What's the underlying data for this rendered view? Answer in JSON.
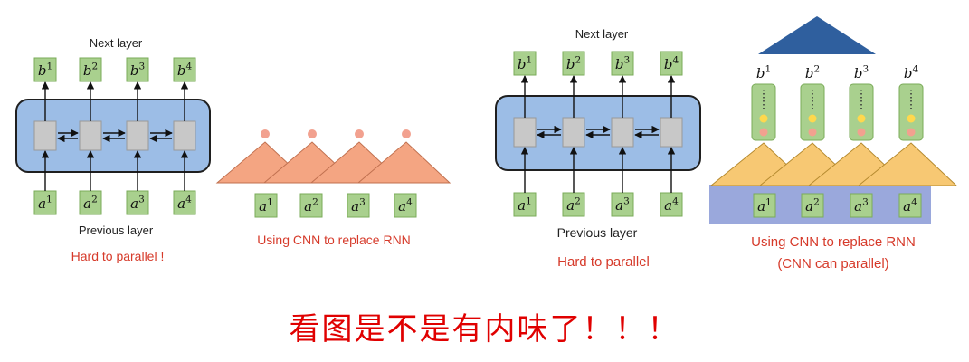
{
  "colors": {
    "box_green": "#a9d08e",
    "box_green_border": "#7aab58",
    "rnn_block": "#9cbde6",
    "rnn_block_border": "#1f1f1f",
    "cell_gray": "#c8c8c8",
    "triangle_salmon": "#f4a582",
    "triangle_orange_yellow": "#f7c873",
    "triangle_blue": "#2f5f9e",
    "dot_pink": "#f2a18f",
    "dot_yellow": "#ffd84d",
    "input_band": "#9aa8dc",
    "label_red": "#d63a2a",
    "caption_red": "#e00000"
  },
  "panel1": {
    "top_label": "Next layer",
    "bottom_label": "Previous layer",
    "note": "Hard to parallel !",
    "outputs": [
      {
        "var": "b",
        "sup": "1"
      },
      {
        "var": "b",
        "sup": "2"
      },
      {
        "var": "b",
        "sup": "3"
      },
      {
        "var": "b",
        "sup": "4"
      }
    ],
    "inputs": [
      {
        "var": "a",
        "sup": "1"
      },
      {
        "var": "a",
        "sup": "2"
      },
      {
        "var": "a",
        "sup": "3"
      },
      {
        "var": "a",
        "sup": "4"
      }
    ]
  },
  "panel2": {
    "note": "Using CNN to replace RNN",
    "inputs": [
      {
        "var": "a",
        "sup": "1"
      },
      {
        "var": "a",
        "sup": "2"
      },
      {
        "var": "a",
        "sup": "3"
      },
      {
        "var": "a",
        "sup": "4"
      }
    ]
  },
  "panel3": {
    "top_label": "Next layer",
    "bottom_label": "Previous layer",
    "note": "Hard to parallel",
    "outputs": [
      {
        "var": "b",
        "sup": "1"
      },
      {
        "var": "b",
        "sup": "2"
      },
      {
        "var": "b",
        "sup": "3"
      },
      {
        "var": "b",
        "sup": "4"
      }
    ],
    "inputs": [
      {
        "var": "a",
        "sup": "1"
      },
      {
        "var": "a",
        "sup": "2"
      },
      {
        "var": "a",
        "sup": "3"
      },
      {
        "var": "a",
        "sup": "4"
      }
    ]
  },
  "panel4": {
    "note_line1": "Using CNN to replace RNN",
    "note_line2": "(CNN can parallel)",
    "outputs": [
      {
        "var": "b",
        "sup": "1"
      },
      {
        "var": "b",
        "sup": "2"
      },
      {
        "var": "b",
        "sup": "3"
      },
      {
        "var": "b",
        "sup": "4"
      }
    ],
    "inputs": [
      {
        "var": "a",
        "sup": "1"
      },
      {
        "var": "a",
        "sup": "2"
      },
      {
        "var": "a",
        "sup": "3"
      },
      {
        "var": "a",
        "sup": "4"
      }
    ]
  },
  "caption": "看图是不是有内味了！！！"
}
